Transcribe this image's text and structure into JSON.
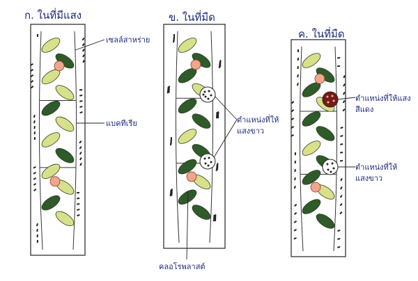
{
  "panels": [
    {
      "title": "ก. ในที่มีแสง",
      "labels": {
        "cell": "เซลล์สาหร่าย",
        "bacteria": "แบคทีเรีย"
      }
    },
    {
      "title": "ข. ในที่มืด",
      "labels": {
        "white_light": [
          "ตำแหน่งที่ให้",
          "แสงขาว"
        ],
        "chloroplast": "คลอโรพลาสต์"
      }
    },
    {
      "title": "ค. ในที่มืด",
      "labels": {
        "red_light": [
          "ตำแหน่งที่ให้แสง",
          "สีแดง"
        ],
        "white_light": [
          "ตำแหน่งที่ให้",
          "แสงขาว"
        ]
      }
    }
  ],
  "colors": {
    "text": "#1e2a7a",
    "chloroplast_dark": "#2f5a2a",
    "chloroplast_light": "#d8e08a",
    "nucleus": "#f1a58c",
    "red_spot": "#7a1a12"
  }
}
